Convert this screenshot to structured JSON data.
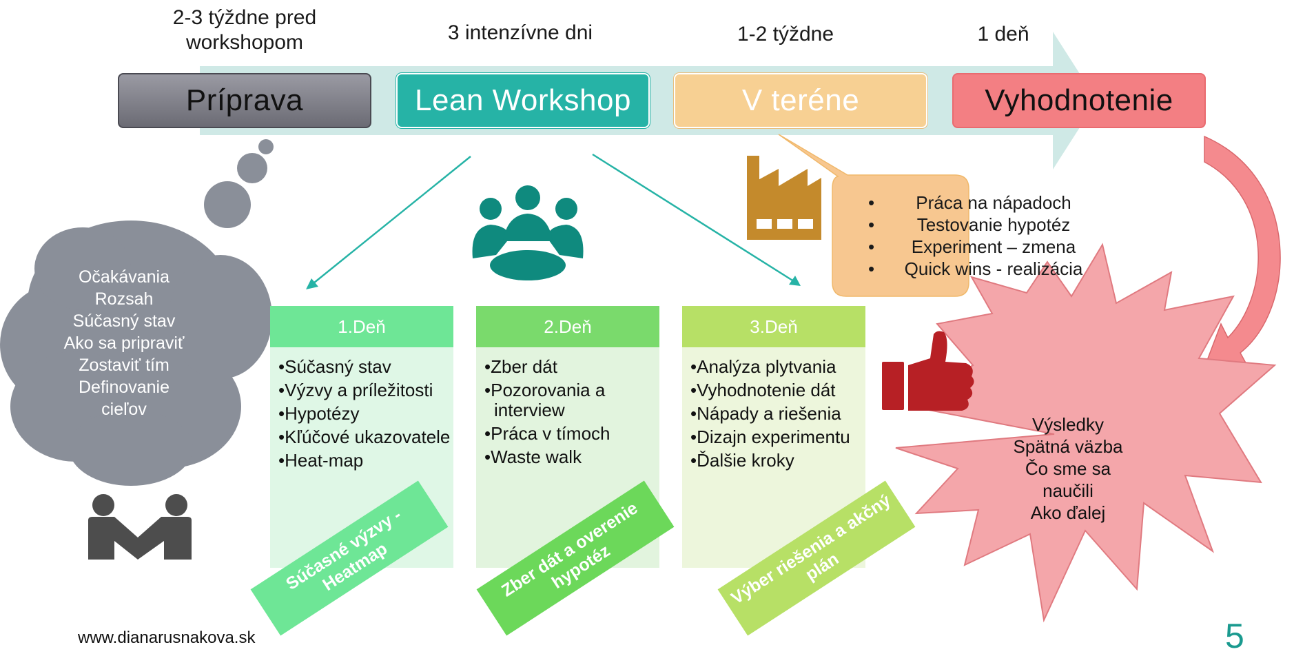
{
  "timeline": {
    "timings": [
      "2-3 týždne pred workshopom",
      "3 intenzívne dni",
      "1-2 týždne",
      "1 deň"
    ],
    "timing_lines": [
      [
        "2-3 týždne pred",
        "workshopom"
      ],
      [
        "3 intenzívne dni"
      ],
      [
        "1-2 týždne"
      ],
      [
        "1 deň"
      ]
    ],
    "phases": [
      "Príprava",
      "Lean Workshop",
      "V teréne",
      "Vyhodnotenie"
    ]
  },
  "cloud": {
    "lines": [
      "Očakávania",
      "Rozsah",
      "Súčasný stav",
      "Ako sa pripraviť",
      "Zostaviť tím",
      "Definovanie",
      "cieľov"
    ]
  },
  "callout": {
    "items": [
      "Práca na nápadoch",
      "Testovanie hypotéz",
      "Experiment – zmena",
      "Quick wins - realizácia"
    ]
  },
  "days": [
    {
      "title": "1.Deň",
      "items": [
        "Súčasný stav",
        "Výzvy a príležitosti",
        "Hypotézy",
        "Kľúčové ukazovatele",
        "Heat-map"
      ],
      "banner": "Súčasné výzvy - Heatmap"
    },
    {
      "title": "2.Deň",
      "items": [
        "Zber dát",
        "Pozorovania a interview",
        "Práca v tímoch",
        "Waste walk"
      ],
      "banner": "Zber dát a overenie hypotéz"
    },
    {
      "title": "3.Deň",
      "items": [
        "Analýza plytvania",
        "Vyhodnotenie dát",
        "Nápady a riešenia",
        "Dizajn experimentu",
        "Ďalšie kroky"
      ],
      "banner": "Výber riešenia a akčný plán"
    }
  ],
  "results": {
    "lines": [
      "Výsledky",
      "Spätná väzba",
      "Čo sme sa",
      "naučili",
      "Ako ďalej"
    ]
  },
  "footer": {
    "url": "www.dianarusnakova.sk",
    "page": "5"
  },
  "colors": {
    "accent": "#26b3a6",
    "arrow": "#cfe9e6",
    "prep": "#7a7a83",
    "field": "#f7d093",
    "eval": "#f37f83",
    "day1": "#6ee696",
    "day2": "#7ada6c",
    "day3": "#b7e066",
    "factory": "#c48a2c",
    "thumb": "#b72025",
    "people": "#0f8a7e",
    "handshake": "#4d4d4d",
    "star": "#f4a6aa",
    "cloud": "#8a8f99"
  },
  "icons": [
    "factory-icon",
    "people-icon",
    "thumbs-up-icon",
    "handshake-icon"
  ]
}
